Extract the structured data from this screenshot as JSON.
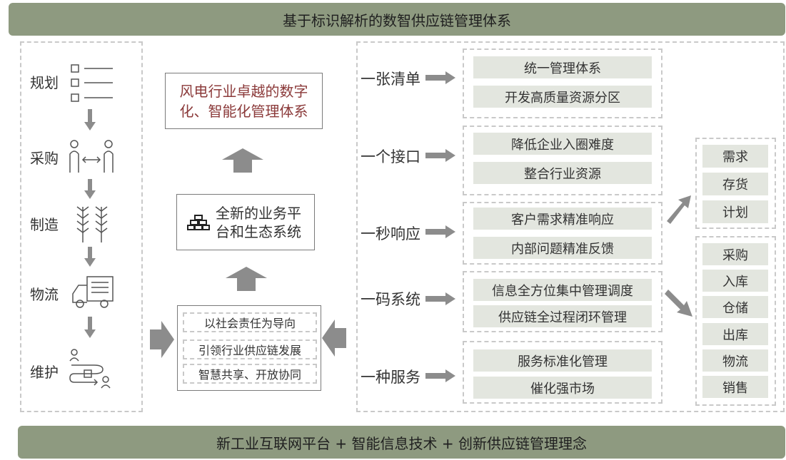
{
  "header": {
    "title": "基于标识解析的数智供应链管理体系"
  },
  "footer": {
    "text": "新工业互联网平台 + 智能信息技术 + 创新供应链管理理念"
  },
  "left_steps": [
    "规划",
    "采购",
    "制造",
    "物流",
    "维护"
  ],
  "center": {
    "goal": "风电行业卓越的数字化、智能化管理体系",
    "platform": "全新的业务平台和生态系统",
    "principles": [
      "以社会责任为导向",
      "引领行业供应链发展",
      "智慧共享、开放协同"
    ]
  },
  "rows": [
    {
      "label": "一张清单",
      "items": [
        "统一管理体系",
        "开发高质量资源分区"
      ]
    },
    {
      "label": "一个接口",
      "items": [
        "降低企业入圈难度",
        "整合行业资源"
      ]
    },
    {
      "label": "一秒响应",
      "items": [
        "客户需求精准响应",
        "内部问题精准反馈"
      ]
    },
    {
      "label": "一码系统",
      "items": [
        "信息全方位集中管理调度",
        "供应链全过程闭环管理"
      ]
    },
    {
      "label": "一种服务",
      "items": [
        "服务标准化管理",
        "催化强市场"
      ]
    }
  ],
  "right_top": [
    "需求",
    "存货",
    "计划"
  ],
  "right_bottom": [
    "采购",
    "入库",
    "仓储",
    "出库",
    "物流",
    "销售"
  ],
  "colors": {
    "banner": "#8e9a80",
    "box": "#e3e6df",
    "arrow": "#8c8c8c",
    "goal_text": "#8b3a3a"
  }
}
